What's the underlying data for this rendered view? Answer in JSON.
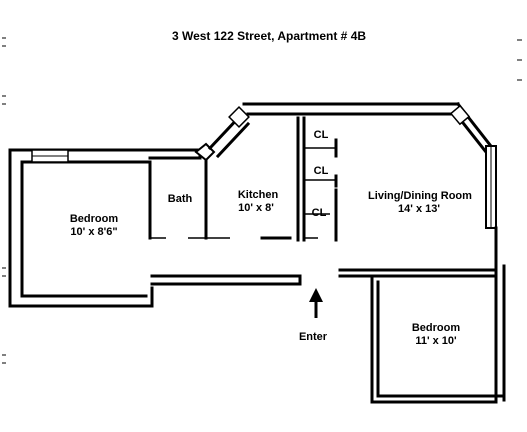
{
  "title": "3 West 122 Street, Apartment # 4B",
  "rooms": {
    "bedroom_left": {
      "name": "Bedroom",
      "size": "10' x 8'6\""
    },
    "bath": {
      "name": "Bath"
    },
    "kitchen": {
      "name": "Kitchen",
      "size": "10' x 8'"
    },
    "closets": [
      "CL",
      "CL",
      "CL"
    ],
    "living": {
      "name": "Living/Dining Room",
      "size": "14' x 13'"
    },
    "bedroom_right": {
      "name": "Bedroom",
      "size": "11' x 10'"
    }
  },
  "entry": {
    "label": "Enter"
  }
}
